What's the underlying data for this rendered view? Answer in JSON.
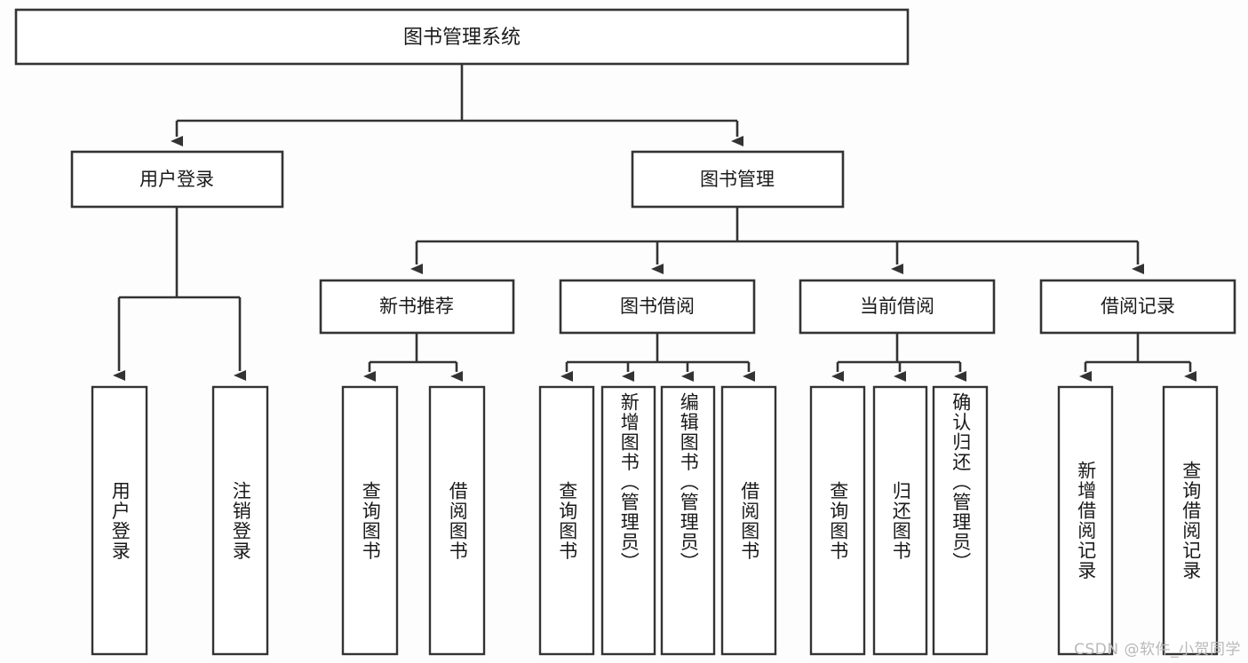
{
  "diagram": {
    "title": "图书管理系统",
    "type": "hierarchy-tree",
    "watermark": "CSDN @软件_小贺同学",
    "colors": {
      "stroke": "#333333",
      "box_fill": "#ffffff",
      "text": "#1a1a1a",
      "background": "#fdfdfd",
      "watermark": "#b9b9b9"
    },
    "root": {
      "label": "图书管理系统"
    },
    "level2": [
      {
        "label": "用户登录"
      },
      {
        "label": "图书管理"
      }
    ],
    "level3": [
      {
        "label": "新书推荐"
      },
      {
        "label": "图书借阅"
      },
      {
        "label": "当前借阅"
      },
      {
        "label": "借阅记录"
      }
    ],
    "leaves": {
      "user_login": [
        {
          "label": "用户登录"
        },
        {
          "label": "注销登录"
        }
      ],
      "new_book_recommend": [
        {
          "label": "查询图书"
        },
        {
          "label": "借阅图书"
        }
      ],
      "book_borrow": [
        {
          "label": "查询图书"
        },
        {
          "label": "新增图书（管理员）"
        },
        {
          "label": "编辑图书（管理员）"
        },
        {
          "label": "借阅图书"
        }
      ],
      "current_borrow": [
        {
          "label": "查询图书"
        },
        {
          "label": "归还图书"
        },
        {
          "label": "确认归还（管理员）"
        }
      ],
      "borrow_record": [
        {
          "label": "新增借阅记录"
        },
        {
          "label": "查询借阅记录"
        }
      ]
    }
  }
}
